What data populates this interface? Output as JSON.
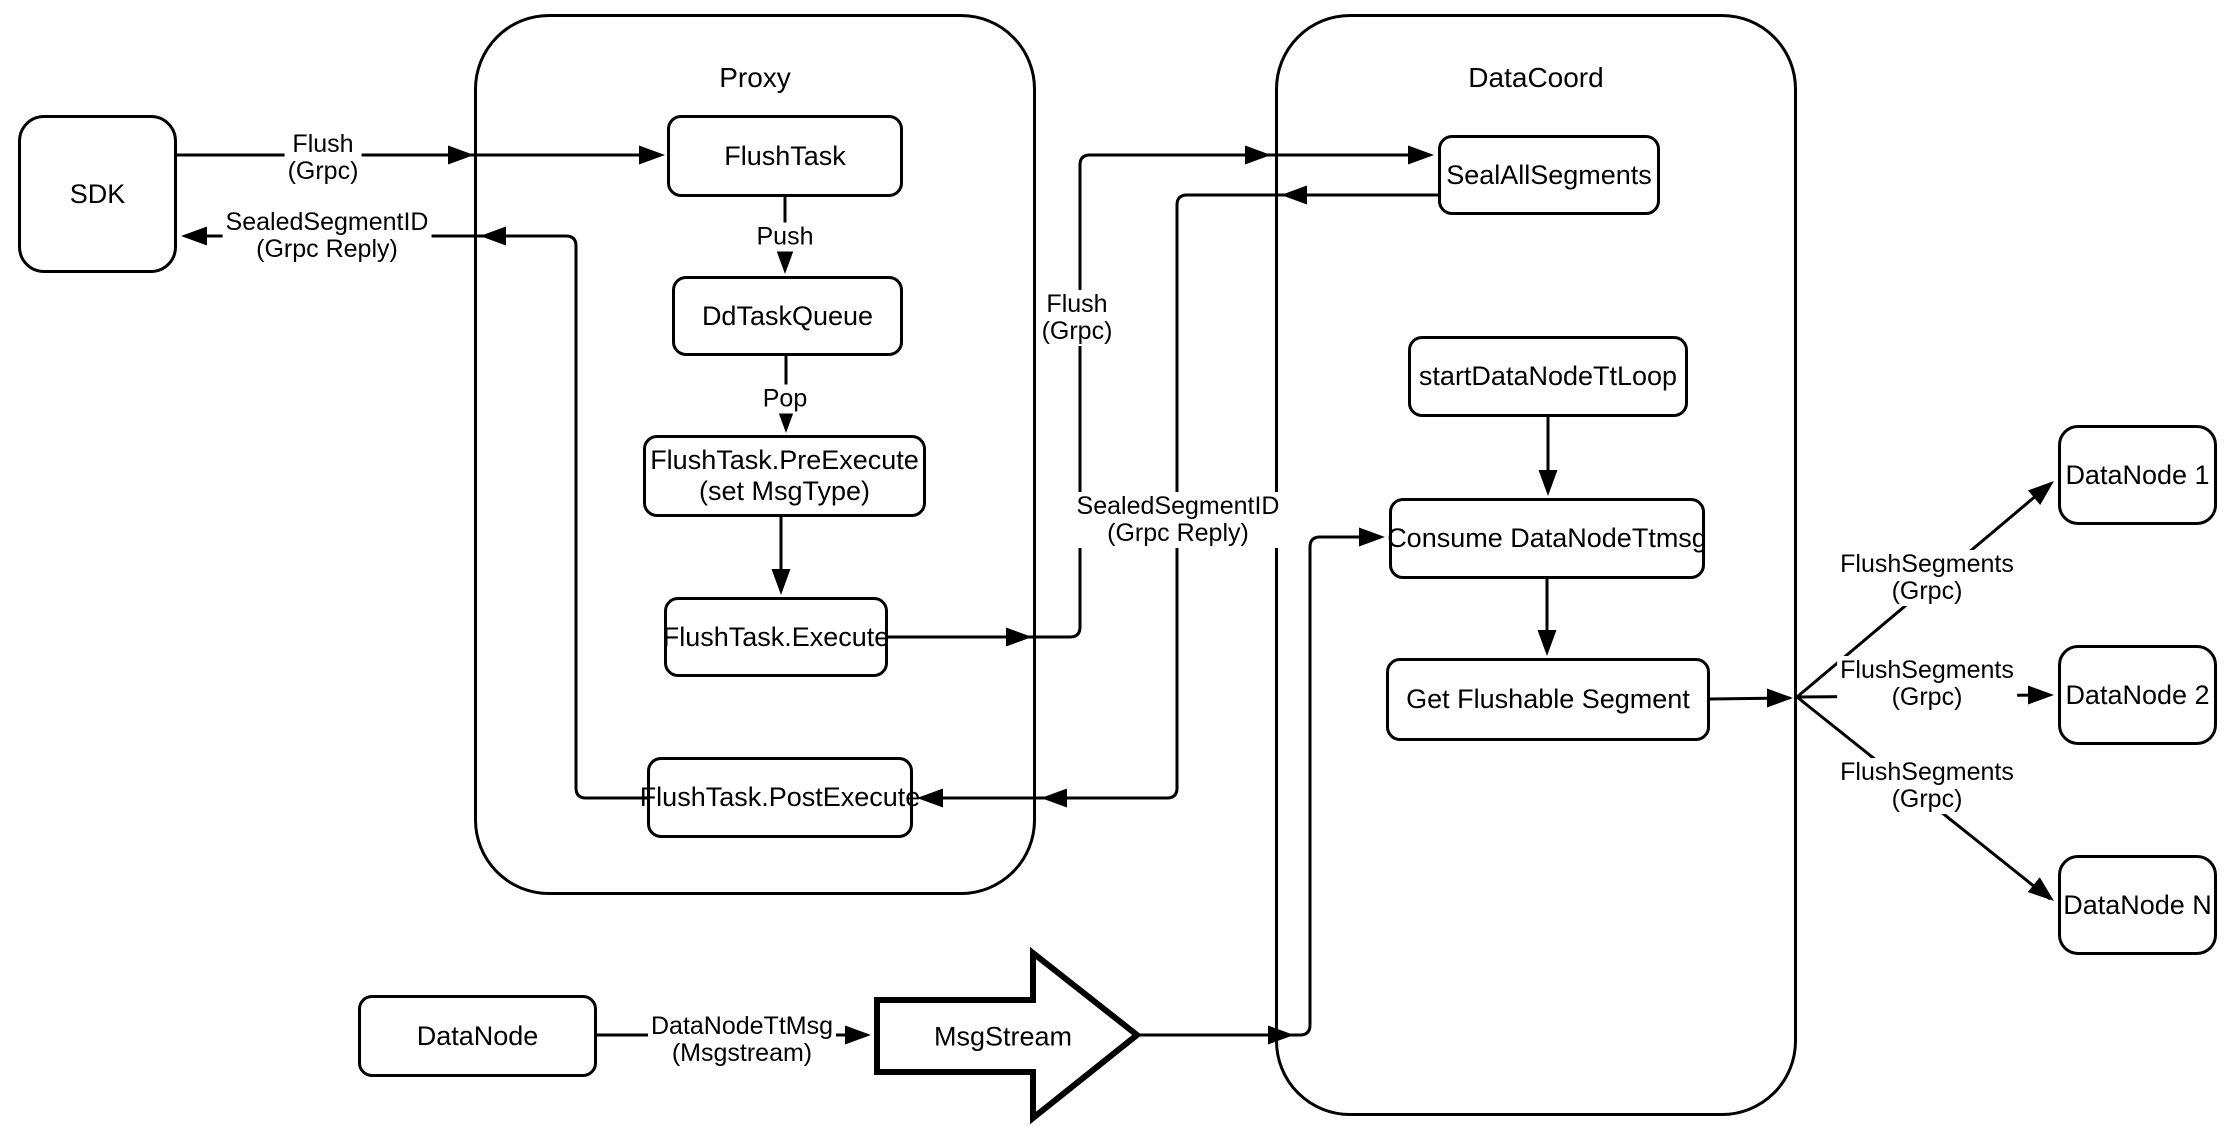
{
  "containers": {
    "proxy": {
      "title": "Proxy"
    },
    "datacoord": {
      "title": "DataCoord"
    }
  },
  "nodes": {
    "sdk": {
      "label": "SDK"
    },
    "flush_task": {
      "label": "FlushTask"
    },
    "dd_task_queue": {
      "label": "DdTaskQueue"
    },
    "pre_execute": {
      "label": "FlushTask.PreExecute",
      "label2": "(set MsgType)"
    },
    "execute": {
      "label": "FlushTask.Execute"
    },
    "post_execute": {
      "label": "FlushTask.PostExecute"
    },
    "seal_all_segments": {
      "label": "SealAllSegments"
    },
    "start_datanode_tt_loop": {
      "label": "startDataNodeTtLoop"
    },
    "consume_datanode_ttmsg": {
      "label": "Consume DataNodeTtmsg"
    },
    "get_flushable_segment": {
      "label": "Get Flushable Segment"
    },
    "datanode_1": {
      "label": "DataNode 1"
    },
    "datanode_2": {
      "label": "DataNode 2"
    },
    "datanode_n": {
      "label": "DataNode N"
    },
    "datanode": {
      "label": "DataNode"
    },
    "msg_stream": {
      "label": "MsgStream"
    }
  },
  "edge_labels": {
    "flush_grpc_sdk": {
      "line1": "Flush",
      "line2": "(Grpc)"
    },
    "sealed_reply_sdk": {
      "line1": "SealedSegmentID",
      "line2": "(Grpc Reply)"
    },
    "push": {
      "line1": "Push"
    },
    "pop": {
      "line1": "Pop"
    },
    "flush_grpc_coord": {
      "line1": "Flush",
      "line2": "(Grpc)"
    },
    "sealed_reply_coord": {
      "line1": "SealedSegmentID",
      "line2": "(Grpc Reply)"
    },
    "flush_segments_1": {
      "line1": "FlushSegments",
      "line2": "(Grpc)"
    },
    "flush_segments_2": {
      "line1": "FlushSegments",
      "line2": "(Grpc)"
    },
    "flush_segments_3": {
      "line1": "FlushSegments",
      "line2": "(Grpc)"
    },
    "datanode_ttmsg": {
      "line1": "DataNodeTtMsg",
      "line2": "(Msgstream)"
    }
  },
  "colors": {
    "stroke": "#000000",
    "background": "#ffffff"
  }
}
